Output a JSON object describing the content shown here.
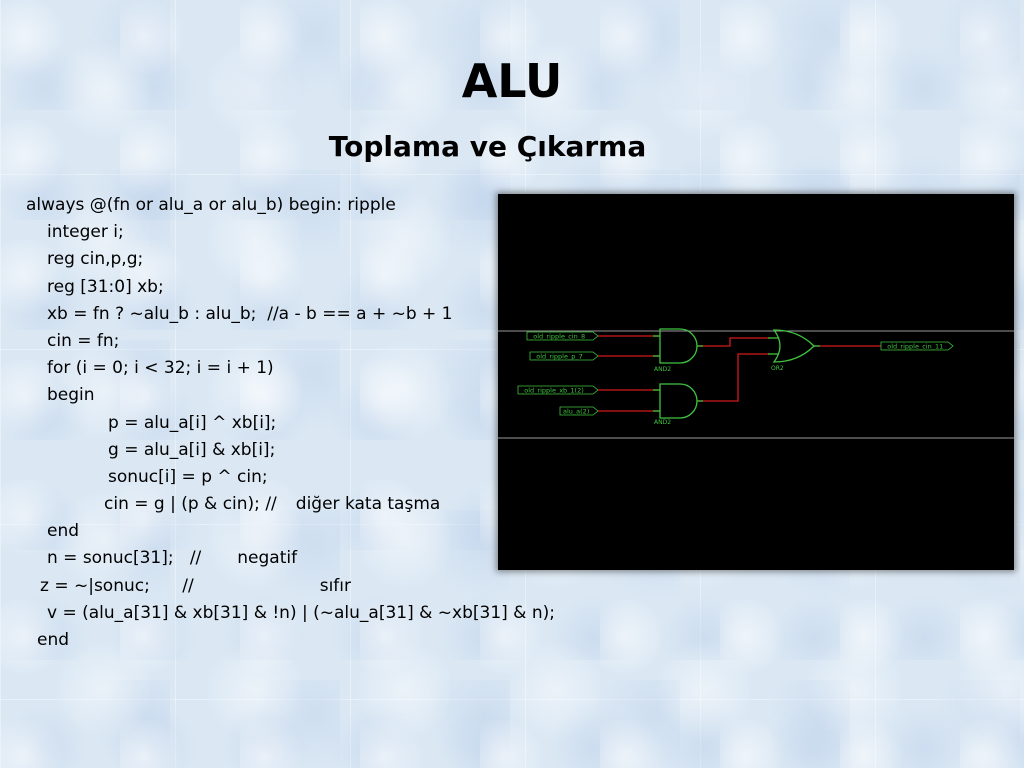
{
  "slide": {
    "title": "ALU",
    "subtitle": "Toplama ve Çıkarma"
  },
  "code": {
    "l1": "always @(fn or alu_a or alu_b) begin: ripple",
    "l2": "integer i;",
    "l3": "reg cin,p,g;",
    "l4": "reg [31:0] xb;",
    "l5": "xb = fn ? ~alu_b : alu_b;  //a - b == a + ~b + 1",
    "l6": "cin = fn;",
    "l7": "for (i = 0; i < 32; i = i + 1)",
    "l8": "begin",
    "l9": "p = alu_a[i] ^ xb[i];",
    "l10": "g = alu_a[i] & xb[i];",
    "l11": "sonuc[i] = p ^ cin;",
    "l12a": "cin = g | (p & cin); //",
    "l12b": "diğer kata taşma",
    "l13": "end",
    "l14a": "n = sonuc[31];   //",
    "l14b": "negatif",
    "l15a": "z = ~|sonuc;      //",
    "l15b": "sıfır",
    "l16": "v = (alu_a[31] & xb[31] & !n) | (~alu_a[31] & ~xb[31] & n);",
    "l17": "end"
  },
  "schematic": {
    "in1": "_old_ripple_cin_8",
    "in2": "_old_ripple_p_7",
    "in3": "_old_ripple_xb_1(2)",
    "in4": "alu_a(2)",
    "out": "_old_ripple_cin_11",
    "gate1": "AND2",
    "gate2": "AND2",
    "gate3": "OR2",
    "colors": {
      "wire": "#d11a1a",
      "gate": "#3fc43f",
      "background": "#000000"
    }
  }
}
